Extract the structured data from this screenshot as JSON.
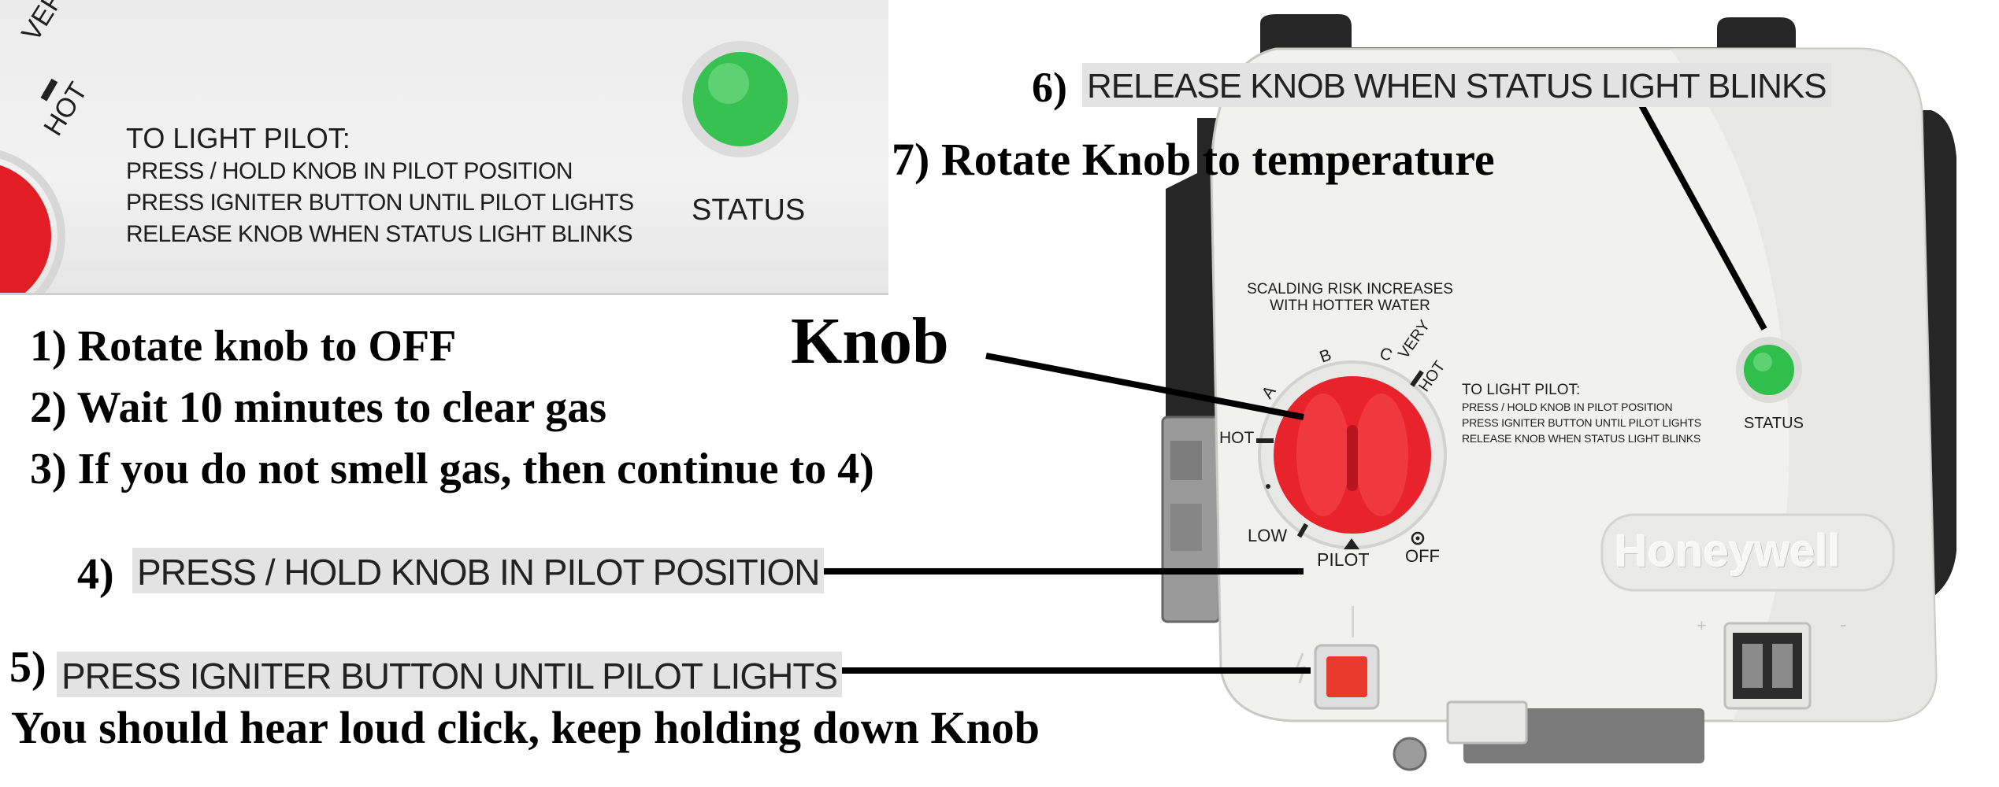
{
  "zoom_inset": {
    "heading": "TO LIGHT PILOT:",
    "lines": [
      "PRESS / HOLD KNOB IN PILOT POSITION",
      "PRESS IGNITER BUTTON UNTIL PILOT LIGHTS",
      "RELEASE KNOB WHEN STATUS LIGHT BLINKS"
    ],
    "status_label": "STATUS",
    "knob_mark": [
      "VERY",
      "HOT"
    ]
  },
  "steps": {
    "s1": "1) Rotate knob to OFF",
    "s2": "2) Wait 10 minutes to clear gas",
    "s3": "3) If you do not smell gas, then continue to 4)",
    "s4_num": "4)",
    "s4_label": "PRESS / HOLD KNOB IN PILOT POSITION",
    "s5_num": "5)",
    "s5_label": "PRESS IGNITER BUTTON UNTIL PILOT LIGHTS",
    "s5_note": "You should hear loud click, keep holding down Knob",
    "s6_num": "6)",
    "s6_label": "RELEASE KNOB WHEN STATUS LIGHT BLINKS",
    "s7": "7) Rotate Knob to temperature"
  },
  "knob_callout": "Knob",
  "device": {
    "warning": [
      "SCALDING RISK INCREASES",
      "WITH HOTTER WATER"
    ],
    "dial": {
      "a": "A",
      "b": "B",
      "c": "C",
      "very_hot": [
        "VERY",
        "HOT"
      ],
      "hot": "HOT",
      "low": "LOW",
      "pilot": "PILOT",
      "off": "OFF"
    },
    "pilot_heading": "TO LIGHT PILOT:",
    "pilot_lines": [
      "PRESS / HOLD KNOB IN PILOT POSITION",
      "PRESS IGNITER BUTTON UNTIL PILOT LIGHTS",
      "RELEASE KNOB WHEN STATUS LIGHT BLINKS"
    ],
    "status": "STATUS",
    "brand": "Honeywell",
    "plus": "+",
    "minus": "-"
  },
  "colors": {
    "knob_red": "#e8232b",
    "status_green": "#2fbf4a",
    "panel": "#f1f1ef",
    "housing": "#2a2a2a"
  }
}
